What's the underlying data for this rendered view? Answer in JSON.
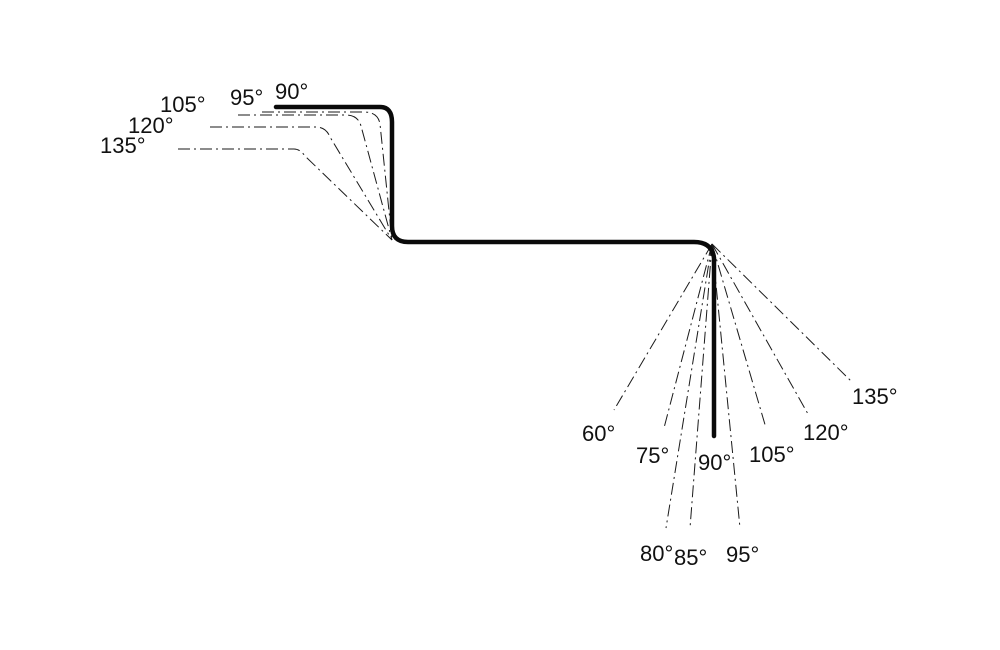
{
  "diagram": {
    "colors": {
      "main_profile": "#0a0a0a",
      "variant_lines": "#1a1a1a",
      "background": "#ffffff"
    },
    "upper_bend": {
      "labels": [
        {
          "angle": 90,
          "text": "90°"
        },
        {
          "angle": 95,
          "text": "95°"
        },
        {
          "angle": 105,
          "text": "105°"
        },
        {
          "angle": 120,
          "text": "120°"
        },
        {
          "angle": 135,
          "text": "135°"
        }
      ]
    },
    "lower_bend": {
      "labels": [
        {
          "angle": 60,
          "text": "60°"
        },
        {
          "angle": 75,
          "text": "75°"
        },
        {
          "angle": 80,
          "text": "80°"
        },
        {
          "angle": 85,
          "text": "85°"
        },
        {
          "angle": 90,
          "text": "90°"
        },
        {
          "angle": 95,
          "text": "95°"
        },
        {
          "angle": 105,
          "text": "105°"
        },
        {
          "angle": 120,
          "text": "120°"
        },
        {
          "angle": 135,
          "text": "135°"
        }
      ]
    }
  }
}
